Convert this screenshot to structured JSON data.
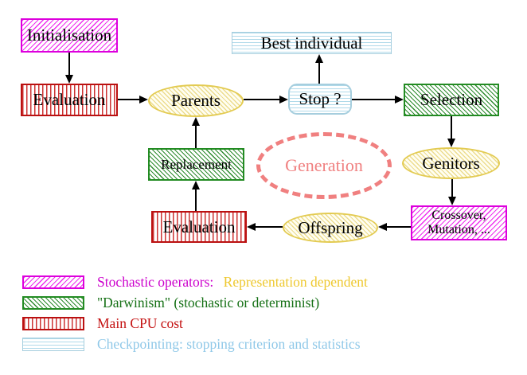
{
  "diagram": {
    "nodes": {
      "initialisation": "Initialisation",
      "evaluation_top": "Evaluation",
      "parents": "Parents",
      "stop": "Stop ?",
      "best_individual": "Best individual",
      "selection": "Selection",
      "genitors": "Genitors",
      "crossover_line1": "Crossover,",
      "crossover_line2": "Mutation, ...",
      "offspring": "Offspring",
      "evaluation_bottom": "Evaluation",
      "replacement": "Replacement",
      "generation": "Generation"
    },
    "legend": {
      "stochastic_label": "Stochastic operators:",
      "stochastic_note": "Representation dependent",
      "darwinism_label": "\"Darwinism\" (stochastic or determinist)",
      "cpu_label": "Main CPU cost",
      "checkpointing_label": "Checkpointing: stopping criterion and statistics"
    },
    "colors": {
      "magenta": "#dd00dd",
      "red": "#bb1111",
      "green": "#228b22",
      "cyan_border": "#a6cede",
      "yellow_border": "#e3cb52",
      "salmon": "#f08080",
      "gold_text": "#eec82e",
      "magenta_text": "#cc00cc",
      "green_text": "#157015",
      "dark_red_text": "#c41212",
      "cyan_text": "#8fc8e8",
      "node_text": "#000000"
    }
  }
}
